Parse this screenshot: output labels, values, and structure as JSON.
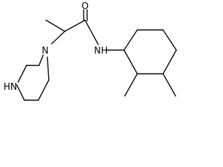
{
  "molecule": {
    "atoms": {
      "o_carbonyl": "O",
      "n_amide": "NH",
      "n_piperazine": "N",
      "n_piperazine_h": "HN"
    }
  },
  "colors": {
    "bond": "#000000",
    "label": "#000000",
    "background": "#ffffff"
  }
}
